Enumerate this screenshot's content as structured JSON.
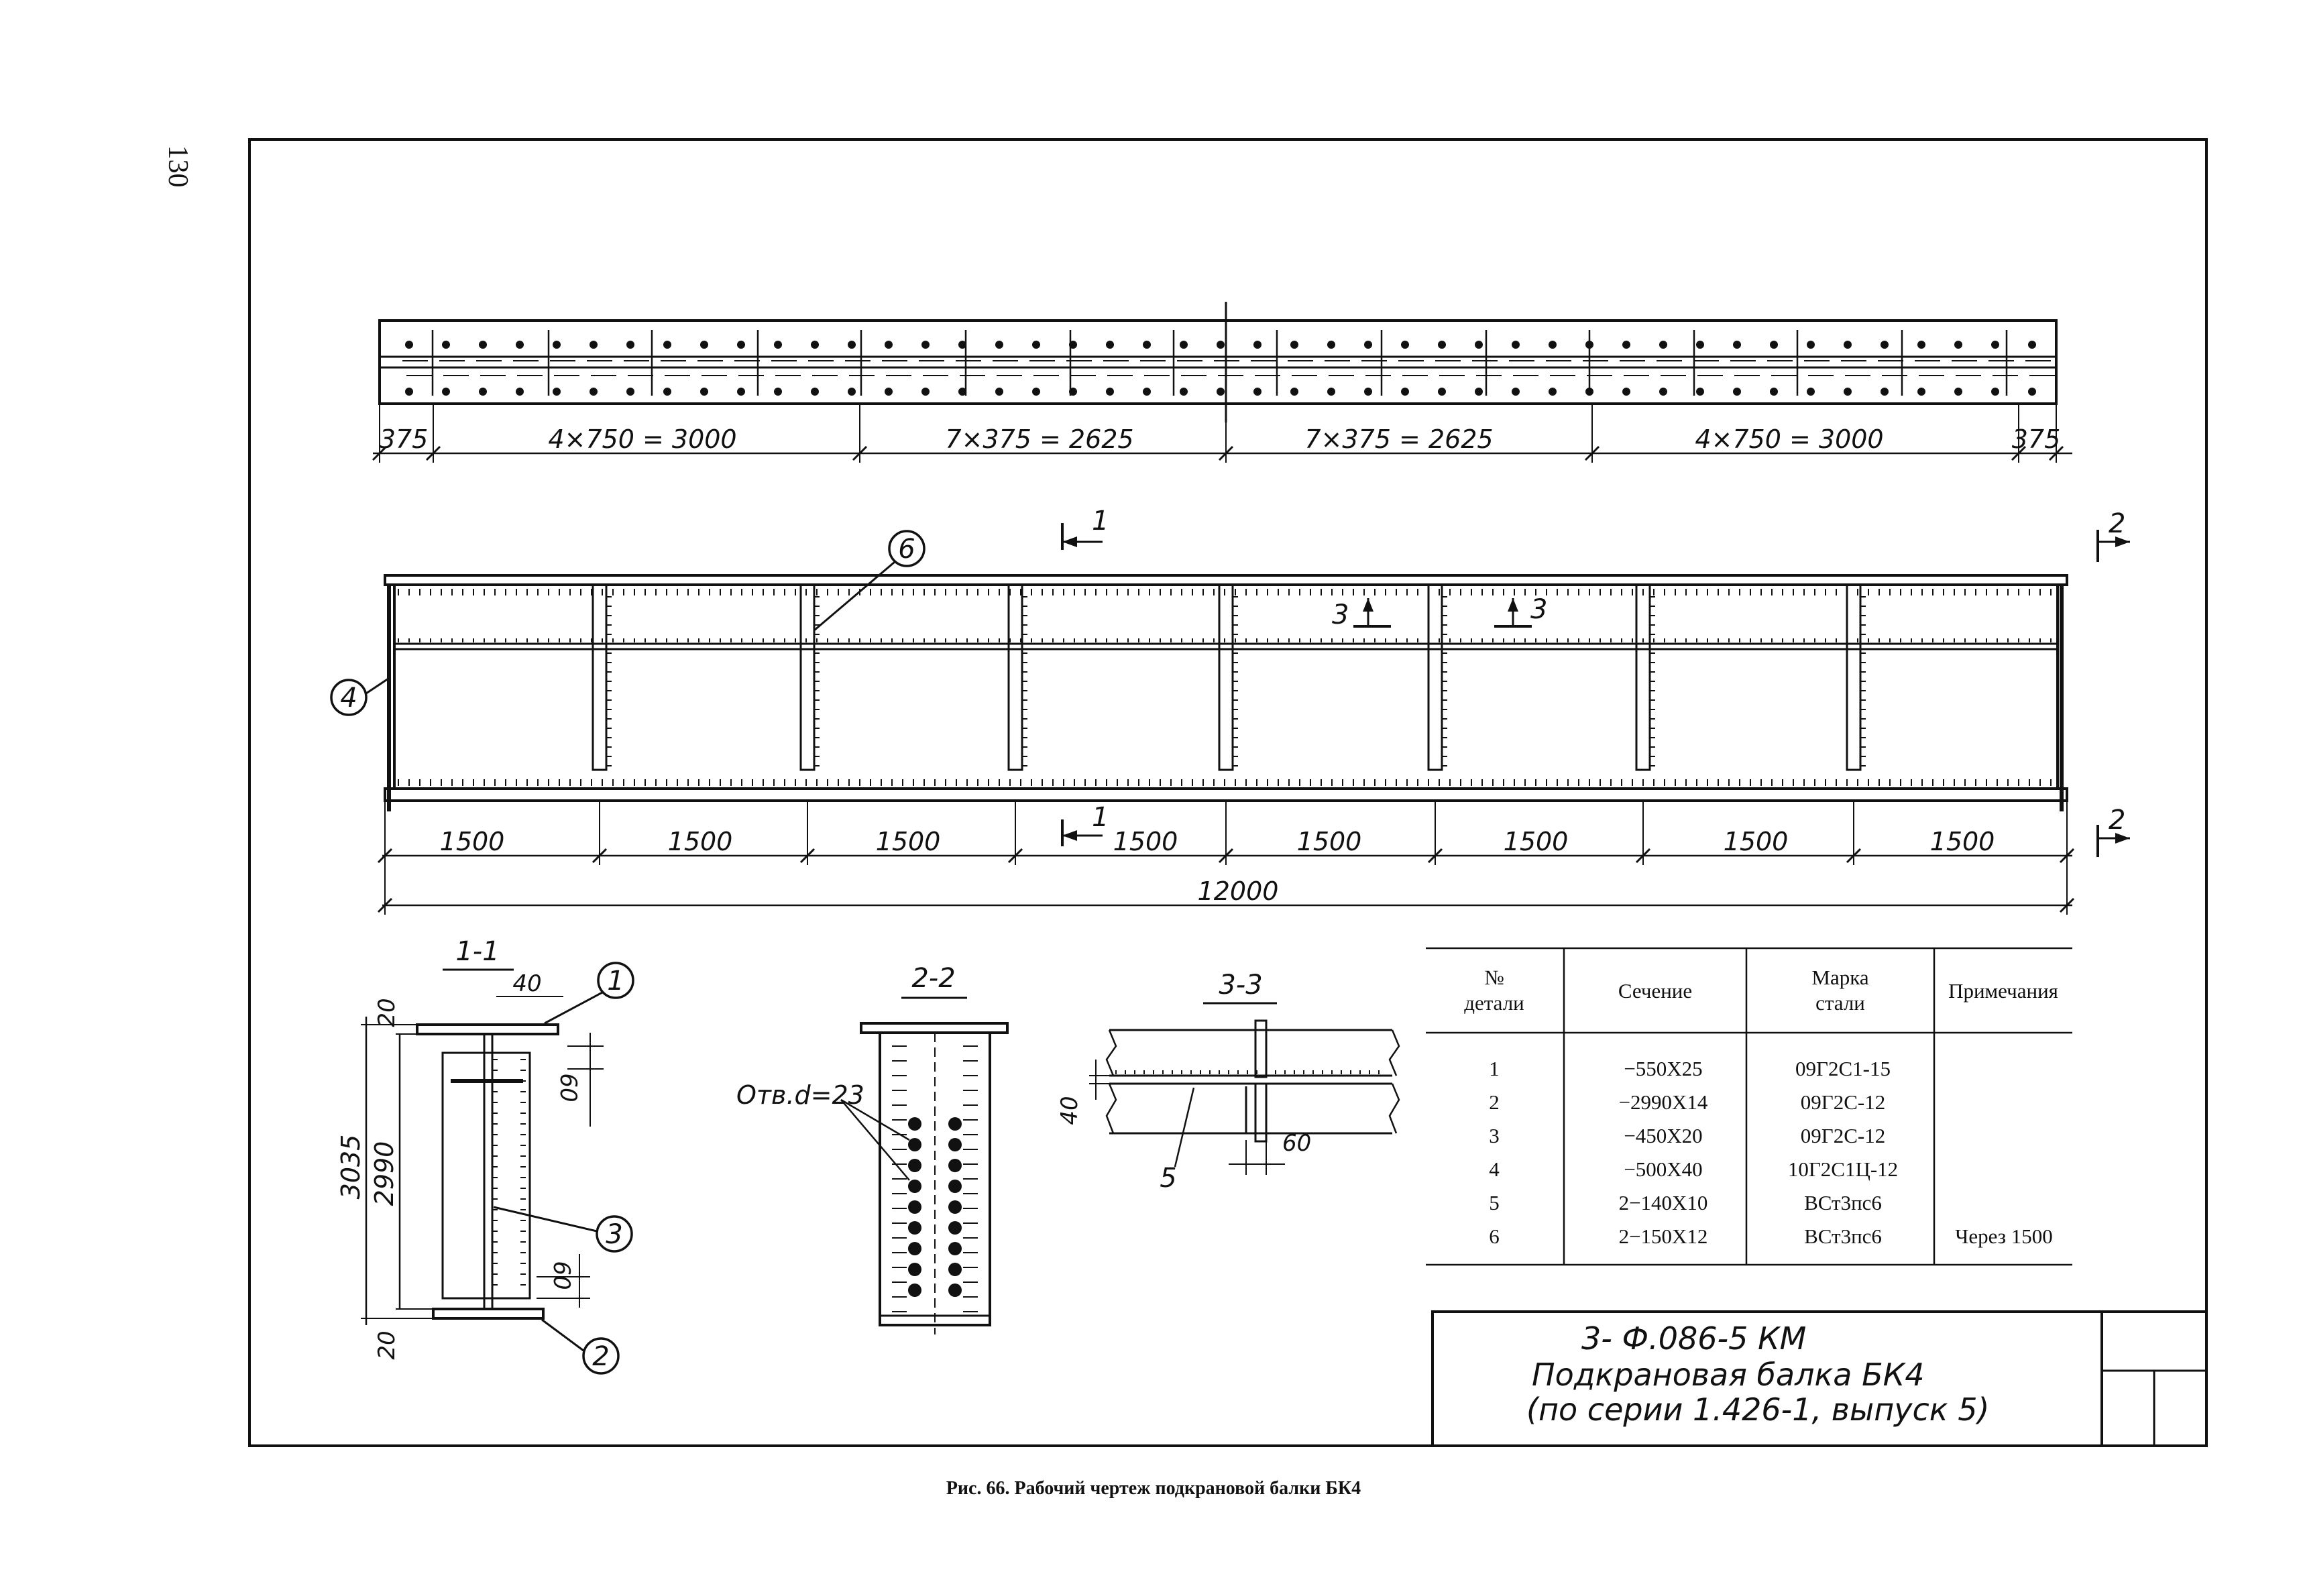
{
  "page_number": "130",
  "plan_dims": [
    "375",
    "4×750 = 3000",
    "7×375 = 2625",
    "7×375 = 2625",
    "4×750 = 3000",
    "375"
  ],
  "elevation_dims": [
    "1500",
    "1500",
    "1500",
    "1500",
    "1500",
    "1500",
    "1500",
    "1500"
  ],
  "elevation_total": "12000",
  "section_marks": {
    "s1": "1",
    "s2": "2",
    "s3": "3"
  },
  "part_callouts": {
    "p1": "1",
    "p2": "2",
    "p3": "3",
    "p4": "4",
    "p5": "5",
    "p6": "6"
  },
  "section_1_1": {
    "title": "1-1",
    "d20a": "20",
    "d40": "40",
    "d60a": "60",
    "d3035": "3035",
    "d2990": "2990",
    "d60b": "60",
    "d20b": "20"
  },
  "section_2_2": {
    "title": "2-2",
    "holes": "Отв.d=23"
  },
  "section_3_3": {
    "title": "3-3",
    "d40": "40",
    "d60": "60"
  },
  "parts_table": {
    "headers": {
      "no": "№ детали",
      "section": "Сечение",
      "grade": "Марка стали",
      "note": "Примечания"
    },
    "rows": [
      {
        "no": "1",
        "section": "−550X25",
        "grade": "09Г2С1-15",
        "note": ""
      },
      {
        "no": "2",
        "section": "−2990X14",
        "grade": "09Г2С-12",
        "note": ""
      },
      {
        "no": "3",
        "section": "−450X20",
        "grade": "09Г2С-12",
        "note": ""
      },
      {
        "no": "4",
        "section": "−500X40",
        "grade": "10Г2С1Ц-12",
        "note": ""
      },
      {
        "no": "5",
        "section": "2−140X10",
        "grade": "ВСт3пс6",
        "note": ""
      },
      {
        "no": "6",
        "section": "2−150X12",
        "grade": "ВСт3пс6",
        "note": "Через 1500"
      }
    ]
  },
  "title_block": {
    "code": "3- Ф.086-5 КМ",
    "name": "Подкрановая балка БК4",
    "series": "(по серии 1.426-1, выпуск 5)"
  },
  "caption": "Рис. 66. Рабочий чертеж подкрановой балки БК4"
}
